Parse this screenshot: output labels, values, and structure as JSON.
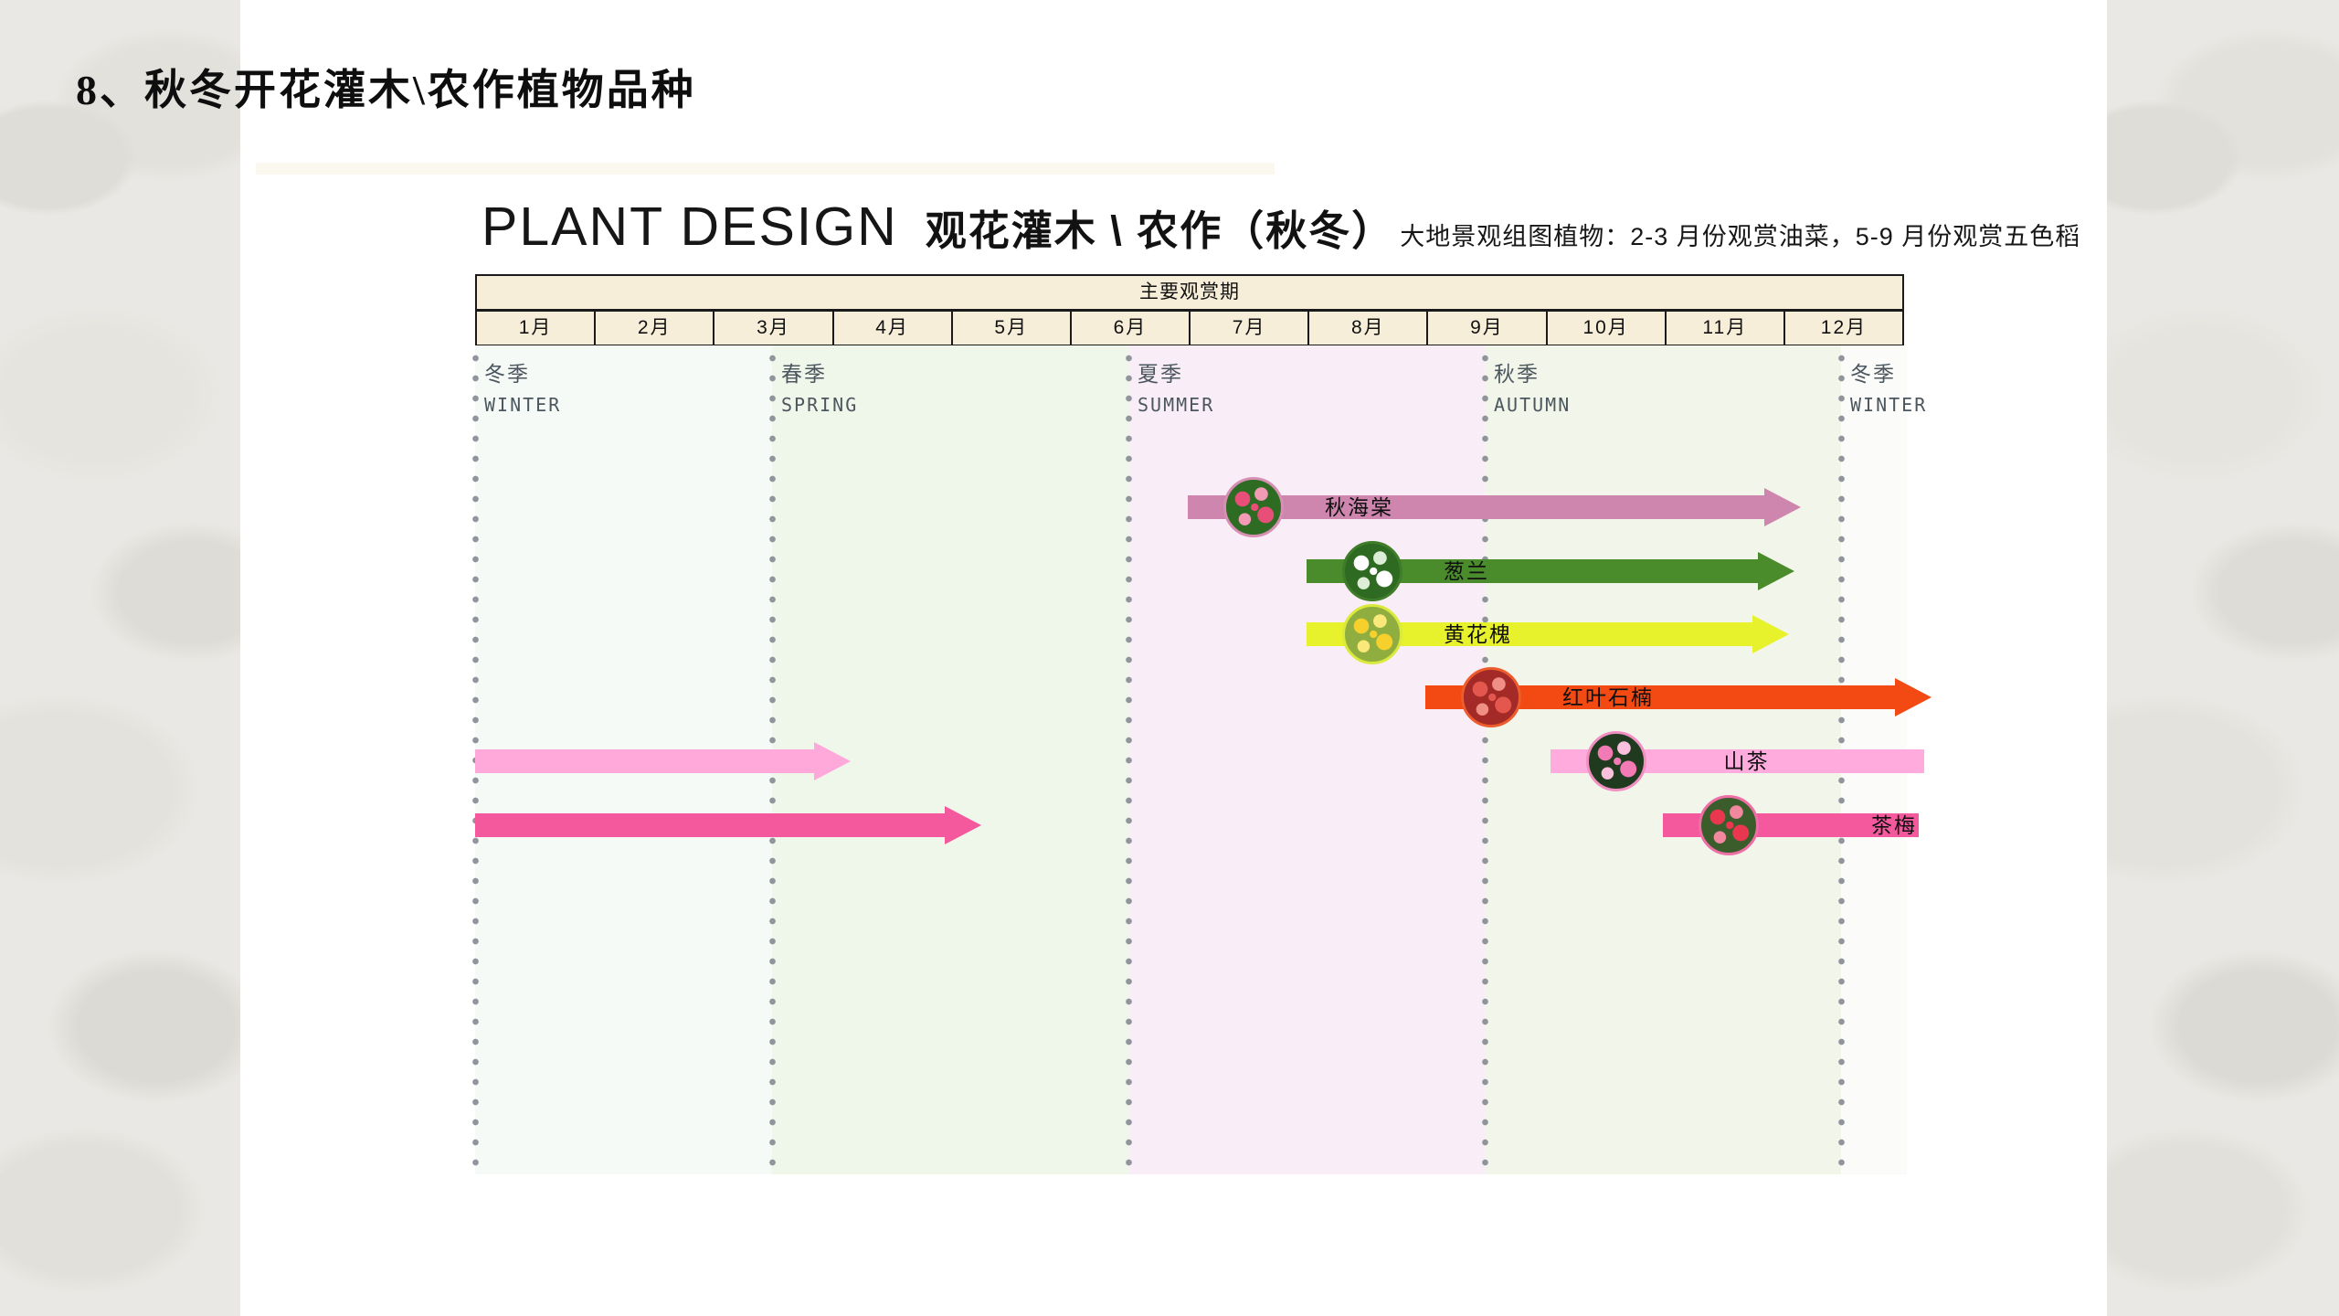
{
  "page": {
    "title": "8、秋冬开花灌木\\农作植物品种"
  },
  "heading": {
    "en": "PLANT DESIGN",
    "zh": "观花灌木 \\ 农作（秋冬）",
    "note": "大地景观组图植物：2-3 月份观赏油菜，5-9 月份观赏五色稻"
  },
  "table": {
    "header": "主要观赏期",
    "months": [
      "1月",
      "2月",
      "3月",
      "4月",
      "5月",
      "6月",
      "7月",
      "8月",
      "9月",
      "10月",
      "11月",
      "12月"
    ]
  },
  "chart_data": {
    "type": "bar",
    "orientation": "horizontal-gantt-timeline",
    "title": "主要观赏期",
    "x_axis": {
      "unit": "month",
      "range": [
        0,
        12
      ],
      "tick_labels": [
        "1月",
        "2月",
        "3月",
        "4月",
        "5月",
        "6月",
        "7月",
        "8月",
        "9月",
        "10月",
        "11月",
        "12月"
      ]
    },
    "grid": "dotted-season-dividers",
    "dot_color": "#8f959a",
    "seasons": [
      {
        "zh": "冬季",
        "en": "WINTER",
        "boundary_month": 0.0,
        "band_color": "#f6faf7"
      },
      {
        "zh": "春季",
        "en": "SPRING",
        "boundary_month": 2.5,
        "band_color": "#eff6ea"
      },
      {
        "zh": "夏季",
        "en": "SUMMER",
        "boundary_month": 5.5,
        "band_color": "#f9eef7"
      },
      {
        "zh": "秋季",
        "en": "AUTUMN",
        "boundary_month": 8.5,
        "band_color": "#f2f6ea"
      },
      {
        "zh": "冬季",
        "en": "WINTER",
        "boundary_month": 11.5,
        "band_color": "#fbfcfa"
      }
    ],
    "series": [
      {
        "name": "秋海棠",
        "period": "7月-12月",
        "bar": {
          "from": 6.0,
          "to": 10.85,
          "arrow": true,
          "color": "#cf86ae"
        },
        "label_dx": 150,
        "photo": {
          "base": "#2e6b23",
          "flower": "#e84f78",
          "flower2": "#f39ab7",
          "ring": "#d78fb4"
        }
      },
      {
        "name": "葱兰",
        "period": "8月-12月",
        "bar": {
          "from": 7.0,
          "to": 10.8,
          "arrow": true,
          "color": "#4a8c2c"
        },
        "label_dx": 150,
        "photo": {
          "base": "#2f6a22",
          "flower": "#ffffff",
          "flower2": "#ddeed6",
          "ring": "#3f7d2a"
        }
      },
      {
        "name": "黄花槐",
        "period": "8月-12月",
        "bar": {
          "from": 7.0,
          "to": 10.75,
          "arrow": true,
          "color": "#e7f22d"
        },
        "label_dx": 150,
        "photo": {
          "base": "#8fae3f",
          "flower": "#f6d02c",
          "flower2": "#fae97a",
          "ring": "#dbe93c"
        }
      },
      {
        "name": "红叶石楠",
        "period": "9月-12月",
        "bar": {
          "from": 8.0,
          "to": 11.95,
          "arrow": true,
          "color": "#f24a12"
        },
        "label_dx": 150,
        "photo": {
          "base": "#a32a26",
          "flower": "#e4574f",
          "flower2": "#f08f86",
          "ring": "#ed5c2d"
        }
      },
      {
        "name": "山茶",
        "period": "10月-翌年3月",
        "bar": {
          "from": 9.05,
          "to": 12.2,
          "arrow": false,
          "color": "#ffabdd"
        },
        "carry_bar": {
          "from": 0.0,
          "to": 2.85,
          "arrow": true,
          "color": "#ffa9da"
        },
        "label_dx": 190,
        "photo": {
          "base": "#1f3a1e",
          "flower": "#f27ab5",
          "flower2": "#fbc0dc",
          "ring": "#f18fc2"
        }
      },
      {
        "name": "茶梅",
        "period": "11月-翌年4月",
        "bar": {
          "from": 10.0,
          "to": 12.15,
          "arrow": false,
          "color": "#f4589d"
        },
        "carry_bar": {
          "from": 0.0,
          "to": 3.95,
          "arrow": true,
          "color": "#f4589d"
        },
        "label_dx": 228,
        "photo": {
          "base": "#3a5d2b",
          "flower": "#e8374e",
          "flower2": "#f287a0",
          "ring": "#ee6fa6"
        }
      }
    ]
  }
}
